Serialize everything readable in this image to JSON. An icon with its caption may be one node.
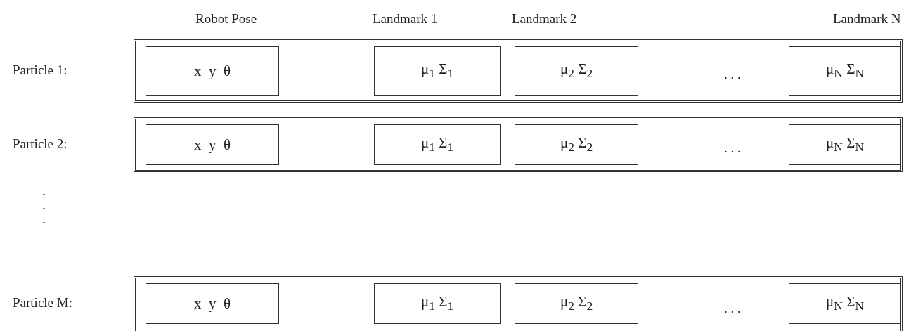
{
  "diagram": {
    "nodes": [
      {
        "text": [],
        "shape": "box"
      },
      {
        "text": [
          "x  y  θ"
        ],
        "in": 0
      },
      {
        "text": [
          "μ$_{1}$ Σ$_{1}$"
        ],
        "in": 0
      },
      {
        "text": [
          "μ$_{2}$ Σ$_{2}$"
        ],
        "in": 0
      },
      {
        "text": [
          "μ$_{N}$ Σ$_{N}$"
        ],
        "in": 0
      },
      {
        "text": [],
        "shape": "box"
      },
      {
        "text": [
          "x  y  θ"
        ],
        "in": 5
      },
      {
        "text": [
          "μ$_{1}$ Σ$_{1}$"
        ],
        "in": 5
      },
      {
        "text": [
          "μ$_{2}$ Σ$_{2}$"
        ],
        "in": 5
      },
      {
        "text": [
          "μ$_{N}$ Σ$_{N}$"
        ],
        "in": 5
      },
      {
        "text": [],
        "shape": "box"
      },
      {
        "text": [
          "x  y  θ"
        ],
        "in": 10
      },
      {
        "text": [
          "μ$_{1}$ Σ$_{1}$"
        ],
        "in": 10
      },
      {
        "text": [
          "μ$_{2}$ Σ$_{2}$"
        ],
        "in": 10
      },
      {
        "text": [
          "μ$_{N}$ Σ$_{N}$"
        ],
        "in": 10
      }
    ],
    "labels": [
      "Robot Pose",
      "Landmark 1",
      "Landmark 2",
      "Landmark N",
      "Particle 1:",
      ". . .",
      "Particle 2:",
      ". . .",
      ". . .",
      "Particle M:",
      ". . ."
    ]
  }
}
